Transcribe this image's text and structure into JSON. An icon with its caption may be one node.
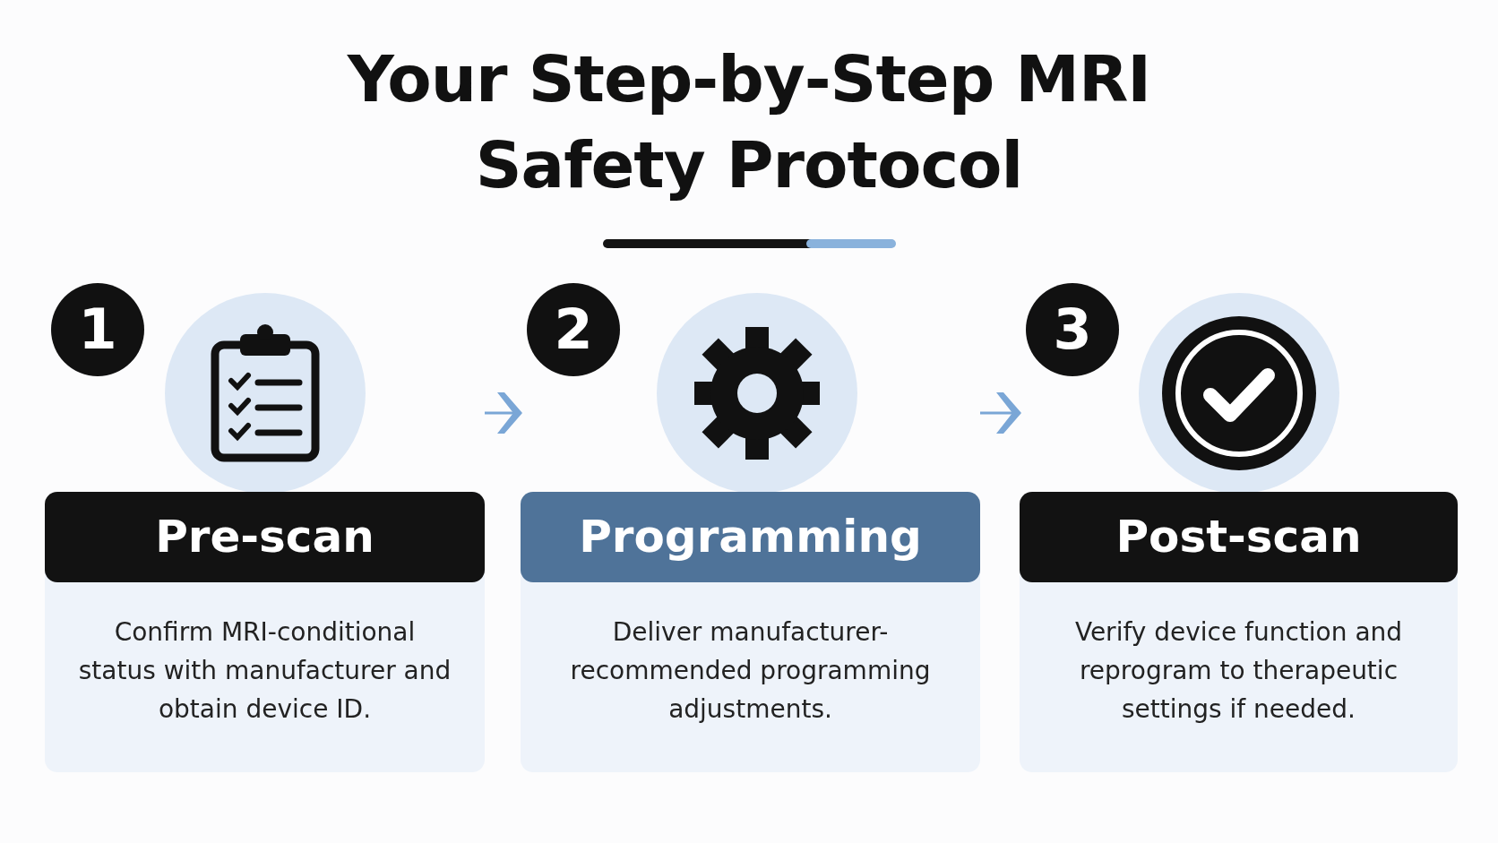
{
  "diagram": {
    "title": "Your Step-by-Step MRI Safety Protocol",
    "nodes": [
      {
        "text": [
          "1",
          "Pre-scan",
          "Confirm MRI-conditional status with manufacturer and obtain device ID."
        ]
      },
      {
        "text": [
          "2",
          "Programming",
          "Deliver manufacturer-recommended programming adjustments."
        ]
      },
      {
        "text": [
          "3",
          "Post-scan",
          "Verify device function and reprogram to therapeutic settings if needed."
        ]
      }
    ],
    "edges": [
      {
        "from": 0,
        "to": 1,
        "arrow": "to"
      },
      {
        "from": 1,
        "to": 2,
        "arrow": "to"
      }
    ]
  }
}
